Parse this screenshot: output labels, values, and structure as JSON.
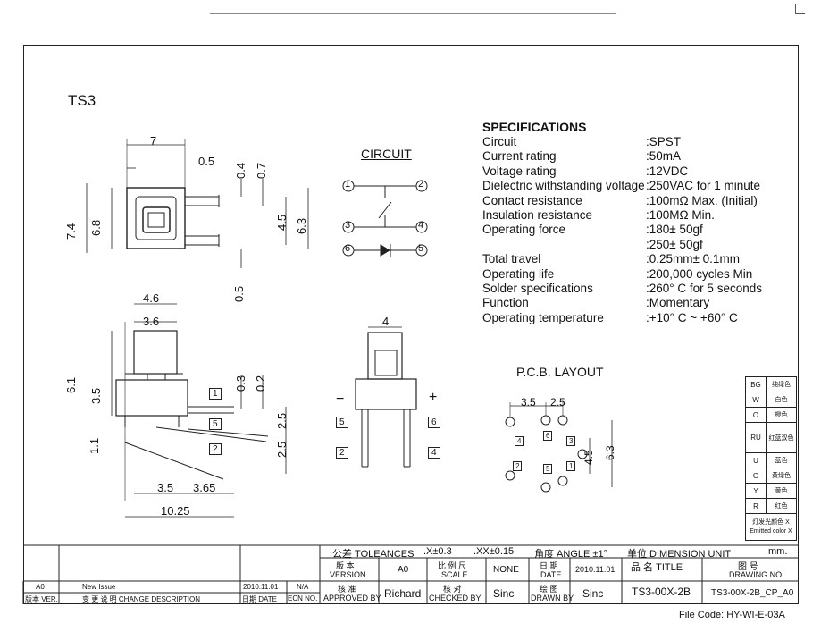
{
  "title": "TS3",
  "circuit_title": "CIRCUIT",
  "pcb_title": "P.C.B. LAYOUT",
  "specifications": {
    "heading": "SPECIFICATIONS",
    "rows": [
      {
        "label": "Circuit",
        "value": ":SPST"
      },
      {
        "label": "Current rating",
        "value": ":50mA"
      },
      {
        "label": "Voltage rating",
        "value": ":12VDC"
      },
      {
        "label": "Dielectric withstanding voltage",
        "value": ":250VAC for 1 minute"
      },
      {
        "label": "Contact resistance",
        "value": ":100mΩ  Max. (Initial)"
      },
      {
        "label": "Insulation resistance",
        "value": ":100MΩ  Min."
      },
      {
        "label": "Operating force",
        "value": ":180± 50gf"
      },
      {
        "label": "",
        "value": ":250± 50gf"
      },
      {
        "label": "Total travel",
        "value": ":0.25mm± 0.1mm"
      },
      {
        "label": "Operating life",
        "value": ":200,000 cycles Min"
      },
      {
        "label": "Solder specifications",
        "value": ":260° C for 5 seconds"
      },
      {
        "label": "Function",
        "value": ":Momentary"
      },
      {
        "label": "Operating temperature",
        "value": ":+10° C ~ +60° C"
      }
    ]
  },
  "dims": {
    "top_width": "7",
    "top_05": "0.5",
    "top_04": "0.4",
    "top_07": "0.7",
    "top_74": "7.4",
    "top_68": "6.8",
    "top_45": "4.5",
    "top_63": "6.3",
    "top_05b": "0.5",
    "side_46": "4.6",
    "side_36": "3.6",
    "side_61": "6.1",
    "side_35": "3.5",
    "side_03": "0.3",
    "side_02": "0.2",
    "side_11": "1.1",
    "side_25a": "2.5",
    "side_25b": "2.5",
    "side_35b": "3.5",
    "side_365": "3.65",
    "side_1025": "10.25",
    "front_4": "4",
    "front_minus": "−",
    "front_plus": "+",
    "pcb_35": "3.5",
    "pcb_25": "2.5",
    "pcb_45": "4.5",
    "pcb_63": "6.3"
  },
  "pins": {
    "circuit": [
      "1",
      "2",
      "3",
      "4",
      "6",
      "5"
    ],
    "side": [
      "1",
      "5",
      "2"
    ],
    "front": [
      "5",
      "6",
      "2",
      "4"
    ],
    "pcb": [
      "4",
      "6",
      "3",
      "5",
      "2",
      "1"
    ]
  },
  "legend": [
    {
      "code": "BG",
      "name": "纯绿色"
    },
    {
      "code": "W",
      "name": "白色"
    },
    {
      "code": "O",
      "name": "橙色"
    },
    {
      "code": "RU",
      "name": "红蓝双色",
      "sub": [
        "蓝色",
        "红色"
      ]
    },
    {
      "code": "U",
      "name": "蓝色"
    },
    {
      "code": "G",
      "name": "黄绿色"
    },
    {
      "code": "Y",
      "name": "黄色"
    },
    {
      "code": "R",
      "name": "红色"
    }
  ],
  "legend_footer": {
    "cn": "灯发光颜色  X",
    "en": "Emitted color X"
  },
  "titleblock": {
    "tolerance_label": "公差 TOLEANCES",
    "tol1": ".X±0.3",
    "tol2": ".XX±0.15",
    "angle": "角度 ANGLE ±1°",
    "unit_label": "单位  DIMENSION UNIT",
    "unit_value": "mm.",
    "version_cn": "版  本",
    "version_en": "VERSION",
    "version_val": "A0",
    "scale_cn": "比 例 尺",
    "scale_en": "SCALE",
    "scale_val": "NONE",
    "date_cn": "日  期",
    "date_en": "DATE",
    "date_val": "2010.11.01",
    "title_label": "品  名     TITLE",
    "drawing_cn": "图  号",
    "drawing_en": "DRAWING NO",
    "approved_cn": "核  准",
    "approved_en": "APPROVED BY",
    "approved_val": "Richard",
    "checked_cn": "核  对",
    "checked_en": "CHECKED BY",
    "checked_val": "Sinc",
    "drawn_cn": "绘  图",
    "drawn_en": "DRAWN BY",
    "drawn_val": "Sinc",
    "title_val": "TS3-00X-2B",
    "drawing_val": "TS3-00X-2B_CP_A0",
    "rev": "A0",
    "rev_desc": "New Issue",
    "rev_date": "2010.11.01",
    "rev_ecn": "N/A",
    "col_ver": "版本 VER.",
    "col_desc": "变 更 说 明   CHANGE DESCRIPTION",
    "col_date": "日期 DATE",
    "col_ecn": "ECN NO."
  },
  "file_code": "File Code: HY-WI-E-03A"
}
